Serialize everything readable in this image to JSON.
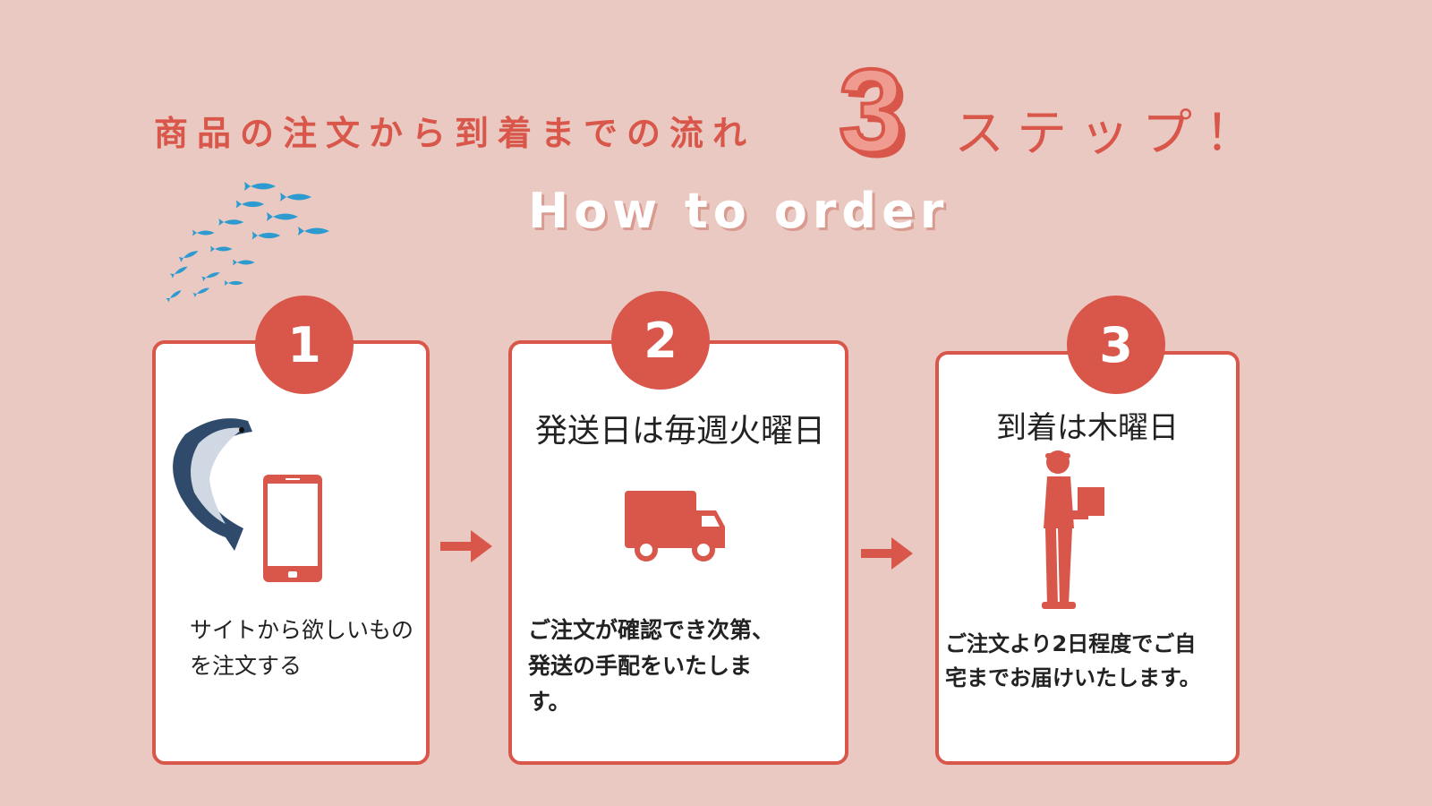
{
  "header": {
    "title": "商品の注文から到着までの流れ",
    "big_number": "3",
    "steps_word": "ステップ！",
    "subtitle": "How to order"
  },
  "steps": [
    {
      "number": "1",
      "title": "",
      "text": "サイトから欲しいもの\nを注文する",
      "icon": "phone-icon"
    },
    {
      "number": "2",
      "title": "発送日は毎週火曜日",
      "text": "ご注文が確認でき次第、\n発送の手配をいたしま\nす。",
      "icon": "truck-icon"
    },
    {
      "number": "3",
      "title": "到着は木曜日",
      "text": "ご注文より2日程度でご自\n宅までお届けいたします。",
      "icon": "delivery-person-icon"
    }
  ],
  "colors": {
    "background": "#e9c9c1",
    "accent": "#d9574a",
    "fish_school": "#2e9bd0"
  }
}
